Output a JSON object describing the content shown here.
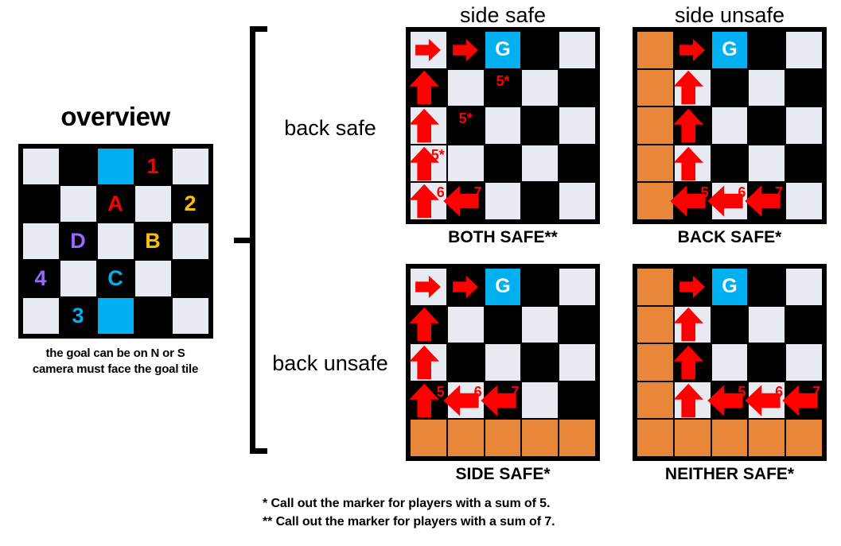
{
  "overview": {
    "title": "overview",
    "caption_line1": "the goal can be on N or S",
    "caption_line2": "camera must face the goal tile",
    "grid": [
      [
        {
          "tile": "light",
          "mark": null,
          "color": null
        },
        {
          "tile": "dark",
          "mark": null,
          "color": null
        },
        {
          "tile": "goal",
          "mark": null,
          "color": null
        },
        {
          "tile": "dark",
          "mark": "1",
          "color": "red"
        },
        {
          "tile": "light",
          "mark": null,
          "color": null
        }
      ],
      [
        {
          "tile": "dark",
          "mark": null,
          "color": null
        },
        {
          "tile": "light",
          "mark": null,
          "color": null
        },
        {
          "tile": "dark",
          "mark": "A",
          "color": "red"
        },
        {
          "tile": "light",
          "mark": null,
          "color": null
        },
        {
          "tile": "dark",
          "mark": "2",
          "color": "gold"
        }
      ],
      [
        {
          "tile": "light",
          "mark": null,
          "color": null
        },
        {
          "tile": "dark",
          "mark": "D",
          "color": "purple"
        },
        {
          "tile": "light",
          "mark": null,
          "color": null
        },
        {
          "tile": "dark",
          "mark": "B",
          "color": "gold"
        },
        {
          "tile": "light",
          "mark": null,
          "color": null
        }
      ],
      [
        {
          "tile": "dark",
          "mark": "4",
          "color": "purple"
        },
        {
          "tile": "light",
          "mark": null,
          "color": null
        },
        {
          "tile": "dark",
          "mark": "C",
          "color": "cyan"
        },
        {
          "tile": "light",
          "mark": null,
          "color": null
        },
        {
          "tile": "dark",
          "mark": null,
          "color": null
        }
      ],
      [
        {
          "tile": "light",
          "mark": null,
          "color": null
        },
        {
          "tile": "dark",
          "mark": "3",
          "color": "cyan"
        },
        {
          "tile": "goal",
          "mark": null,
          "color": null
        },
        {
          "tile": "dark",
          "mark": null,
          "color": null
        },
        {
          "tile": "light",
          "mark": null,
          "color": null
        }
      ]
    ]
  },
  "column_headers": [
    "side safe",
    "side unsafe"
  ],
  "row_labels": [
    "back safe",
    "back unsafe"
  ],
  "quadrants": [
    {
      "caption": "BOTH SAFE**",
      "goal_label": "G",
      "grid": [
        [
          "light",
          "dark",
          "goal",
          "dark",
          "light"
        ],
        [
          "dark",
          "light",
          "dark",
          "light",
          "dark"
        ],
        [
          "light",
          "dark",
          "light",
          "dark",
          "light"
        ],
        [
          "light",
          "light",
          "dark",
          "light",
          "dark"
        ],
        [
          "light",
          "dark",
          "light",
          "dark",
          "light"
        ]
      ],
      "arrows": [
        {
          "row": 0,
          "col": 0,
          "dir": "right",
          "size": "small"
        },
        {
          "row": 0,
          "col": 1,
          "dir": "right",
          "size": "small"
        },
        {
          "row": 1,
          "col": 0,
          "dir": "up",
          "size": "big"
        },
        {
          "row": 2,
          "col": 0,
          "dir": "up",
          "size": "big"
        },
        {
          "row": 3,
          "col": 0,
          "dir": "up",
          "size": "big"
        },
        {
          "row": 4,
          "col": 0,
          "dir": "up",
          "size": "big"
        },
        {
          "row": 4,
          "col": 1,
          "dir": "left",
          "size": "big"
        }
      ],
      "numbers": [
        {
          "row": 1,
          "col": 2,
          "text": "5*",
          "place": "center-top"
        },
        {
          "row": 2,
          "col": 1,
          "text": "5*",
          "place": "center-top"
        },
        {
          "row": 3,
          "col": 0,
          "text": "5*",
          "place": "corner"
        },
        {
          "row": 4,
          "col": 0,
          "text": "6",
          "place": "corner"
        },
        {
          "row": 4,
          "col": 1,
          "text": "7",
          "place": "corner"
        }
      ]
    },
    {
      "caption": "BACK SAFE*",
      "goal_label": "G",
      "grid": [
        [
          "orange",
          "dark",
          "goal",
          "dark",
          "light"
        ],
        [
          "orange",
          "light",
          "dark",
          "light",
          "dark"
        ],
        [
          "orange",
          "dark",
          "light",
          "dark",
          "light"
        ],
        [
          "orange",
          "light",
          "dark",
          "light",
          "dark"
        ],
        [
          "orange",
          "dark",
          "light",
          "dark",
          "light"
        ]
      ],
      "arrows": [
        {
          "row": 0,
          "col": 1,
          "dir": "right",
          "size": "small"
        },
        {
          "row": 1,
          "col": 1,
          "dir": "up",
          "size": "big"
        },
        {
          "row": 2,
          "col": 1,
          "dir": "up",
          "size": "big"
        },
        {
          "row": 3,
          "col": 1,
          "dir": "up",
          "size": "big"
        },
        {
          "row": 4,
          "col": 1,
          "dir": "left",
          "size": "big"
        },
        {
          "row": 4,
          "col": 2,
          "dir": "left",
          "size": "big"
        },
        {
          "row": 4,
          "col": 3,
          "dir": "left",
          "size": "big"
        }
      ],
      "numbers": [
        {
          "row": 4,
          "col": 1,
          "text": "5",
          "place": "corner"
        },
        {
          "row": 4,
          "col": 2,
          "text": "6",
          "place": "corner"
        },
        {
          "row": 4,
          "col": 3,
          "text": "7",
          "place": "corner"
        }
      ]
    },
    {
      "caption": "SIDE SAFE*",
      "goal_label": "G",
      "grid": [
        [
          "light",
          "dark",
          "goal",
          "dark",
          "light"
        ],
        [
          "dark",
          "light",
          "dark",
          "light",
          "dark"
        ],
        [
          "light",
          "dark",
          "light",
          "dark",
          "light"
        ],
        [
          "dark",
          "light",
          "dark",
          "light",
          "dark"
        ],
        [
          "orange",
          "orange",
          "orange",
          "orange",
          "orange"
        ]
      ],
      "arrows": [
        {
          "row": 0,
          "col": 0,
          "dir": "right",
          "size": "small"
        },
        {
          "row": 0,
          "col": 1,
          "dir": "right",
          "size": "small"
        },
        {
          "row": 1,
          "col": 0,
          "dir": "up",
          "size": "big"
        },
        {
          "row": 2,
          "col": 0,
          "dir": "up",
          "size": "big"
        },
        {
          "row": 3,
          "col": 0,
          "dir": "up",
          "size": "big"
        },
        {
          "row": 3,
          "col": 1,
          "dir": "left",
          "size": "big"
        },
        {
          "row": 3,
          "col": 2,
          "dir": "left",
          "size": "big"
        }
      ],
      "numbers": [
        {
          "row": 3,
          "col": 0,
          "text": "5",
          "place": "corner"
        },
        {
          "row": 3,
          "col": 1,
          "text": "6",
          "place": "corner"
        },
        {
          "row": 3,
          "col": 2,
          "text": "7",
          "place": "corner"
        }
      ]
    },
    {
      "caption": "NEITHER SAFE*",
      "goal_label": "G",
      "grid": [
        [
          "orange",
          "dark",
          "goal",
          "dark",
          "light"
        ],
        [
          "orange",
          "light",
          "dark",
          "light",
          "dark"
        ],
        [
          "orange",
          "dark",
          "light",
          "dark",
          "light"
        ],
        [
          "orange",
          "light",
          "dark",
          "light",
          "dark"
        ],
        [
          "orange",
          "orange",
          "orange",
          "orange",
          "orange"
        ]
      ],
      "arrows": [
        {
          "row": 0,
          "col": 1,
          "dir": "right",
          "size": "small"
        },
        {
          "row": 1,
          "col": 1,
          "dir": "up",
          "size": "big"
        },
        {
          "row": 2,
          "col": 1,
          "dir": "up",
          "size": "big"
        },
        {
          "row": 3,
          "col": 1,
          "dir": "up",
          "size": "big"
        },
        {
          "row": 3,
          "col": 2,
          "dir": "left",
          "size": "big"
        },
        {
          "row": 3,
          "col": 3,
          "dir": "left",
          "size": "big"
        },
        {
          "row": 3,
          "col": 4,
          "dir": "left",
          "size": "big"
        }
      ],
      "numbers": [
        {
          "row": 3,
          "col": 2,
          "text": "5",
          "place": "corner"
        },
        {
          "row": 3,
          "col": 3,
          "text": "6",
          "place": "corner"
        },
        {
          "row": 3,
          "col": 4,
          "text": "7",
          "place": "corner"
        }
      ]
    }
  ],
  "footnotes": [
    "* Call out the marker for players with a sum of 5.",
    "** Call out the marker for players with a sum of 7."
  ],
  "colors": {
    "goal": "#00b0f0",
    "light_tile": "#e8eaf2",
    "dark_tile": "#000000",
    "unsafe": "#e8873a",
    "arrow": "#ff0000",
    "marker_red": "#ff0000",
    "marker_gold": "#ffc000",
    "marker_purple": "#9966ff",
    "marker_cyan": "#00b0f0"
  }
}
